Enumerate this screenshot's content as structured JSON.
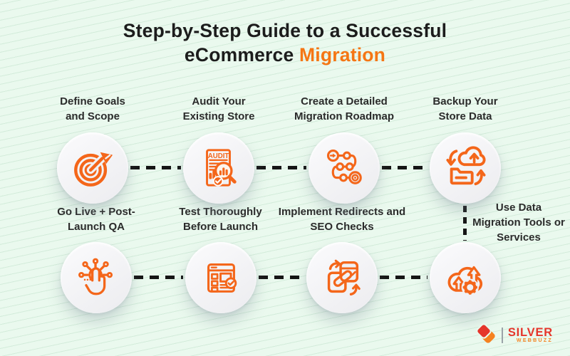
{
  "title": {
    "line1": "Step-by-Step Guide to a Successful",
    "line2_prefix": "eCommerce",
    "line2_highlight": "Migration"
  },
  "steps": [
    {
      "label": "Define Goals and Scope",
      "icon": "target-dart-icon"
    },
    {
      "label": "Audit Your Existing Store",
      "icon": "audit-report-magnifier-icon",
      "icon_text": "AUDIT"
    },
    {
      "label": "Create a Detailed Migration Roadmap",
      "icon": "roadmap-path-icon"
    },
    {
      "label": "Backup Your Store Data",
      "icon": "cloud-upload-folder-sync-icon"
    },
    {
      "label": "Go Live + Post-Launch QA",
      "icon": "click-hand-network-icon"
    },
    {
      "label": "Test Thoroughly Before Launch",
      "icon": "browser-checklist-icon"
    },
    {
      "label": "Implement Redirects and SEO Checks",
      "icon": "redirect-chain-link-icon"
    },
    {
      "label": "Use Data Migration Tools or Services",
      "icon": "cloud-migration-gear-icon"
    }
  ],
  "branding": {
    "name": "SILVER",
    "subname": "WEBBUZZ",
    "mark": "silverwebbuzz-s-logo"
  },
  "colors": {
    "background": "#EAF9EE",
    "stripe": "#CDE8D6",
    "accent_icon": "#F4661A",
    "title_accent": "#F57614",
    "title_text": "#1C1C1C",
    "label_text": "#2B2B2B",
    "dash": "#151515",
    "circle_fill": "#F0F1F4",
    "brand_red": "#E5352B",
    "brand_orange": "#F58220"
  }
}
